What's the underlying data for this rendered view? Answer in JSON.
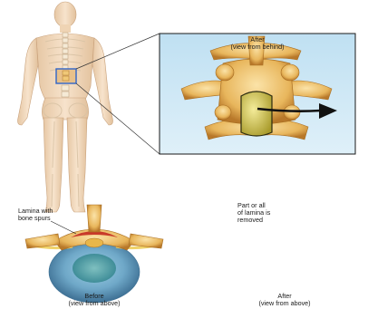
{
  "inset": {
    "title": "After",
    "subtitle": "(view from behind)"
  },
  "bottom_left": {
    "callout_line1": "Lamina with",
    "callout_line2": "bone spurs",
    "caption_line1": "Before",
    "caption_line2": "(view from above)"
  },
  "bottom_right": {
    "callout_line1": "Part or all",
    "callout_line2": "of lamina is",
    "callout_line3": "removed",
    "caption_line1": "After",
    "caption_line2": "(view from above)"
  },
  "colors": {
    "skin": "#f3dcc0",
    "bone": "#f0c878",
    "bone_dark": "#c8862a",
    "disc": "#6fa8c8",
    "highlight_box": "#2f64c8",
    "lamina_removed": "#e0d070"
  }
}
